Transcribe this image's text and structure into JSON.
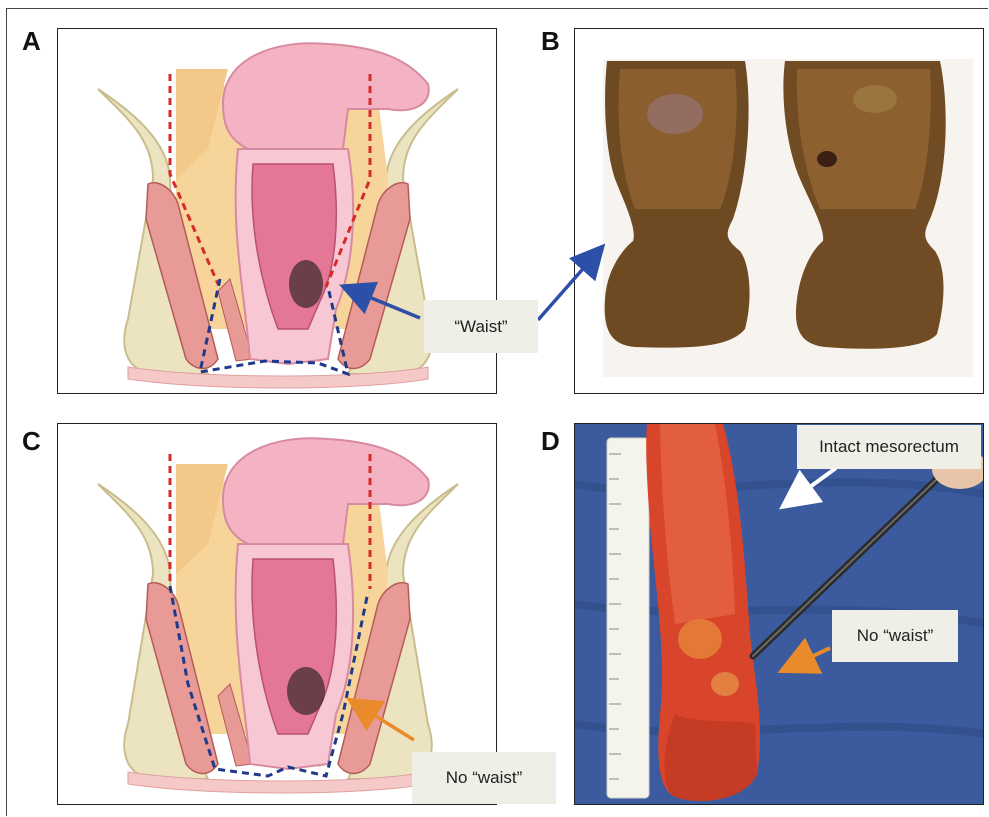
{
  "panels": {
    "a": {
      "letter": "A"
    },
    "b": {
      "letter": "B"
    },
    "c": {
      "letter": "C"
    },
    "d": {
      "letter": "D"
    }
  },
  "callouts": {
    "waist": "“Waist”",
    "no_waist_c": "No “waist”",
    "intact_mesorectum": "Intact mesorectum",
    "no_waist_d": "No “waist”"
  },
  "colors": {
    "resection_line_red": "#d62a2a",
    "resection_line_blue": "#1f3a8a",
    "arrow_blue": "#2c4fa8",
    "arrow_orange": "#e98a2b",
    "arrow_white": "#ffffff",
    "callout_bg": "#efeee7"
  }
}
